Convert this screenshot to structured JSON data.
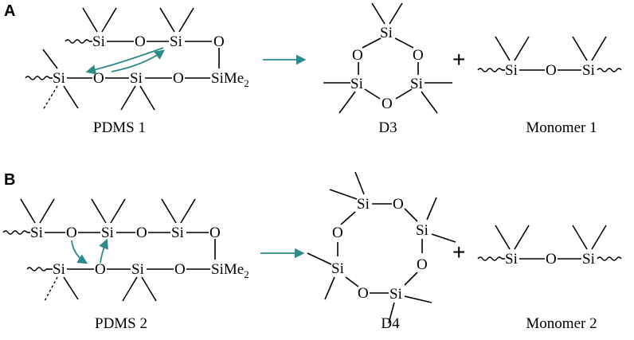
{
  "panels": {
    "a": {
      "letter": "A",
      "reactant_label": "PDMS 1",
      "ring_label": "D3",
      "product_label": "Monomer 1",
      "plus": "+"
    },
    "b": {
      "letter": "B",
      "reactant_label": "PDMS 2",
      "ring_label": "D4",
      "product_label": "Monomer 2",
      "plus": "+"
    }
  },
  "atoms": {
    "si": "Si",
    "o": "O",
    "sime_main": "SiMe",
    "sime_sub": "2"
  },
  "colors": {
    "arrow": "#2e8b8b",
    "text": "#000000",
    "background": "#ffffff"
  }
}
